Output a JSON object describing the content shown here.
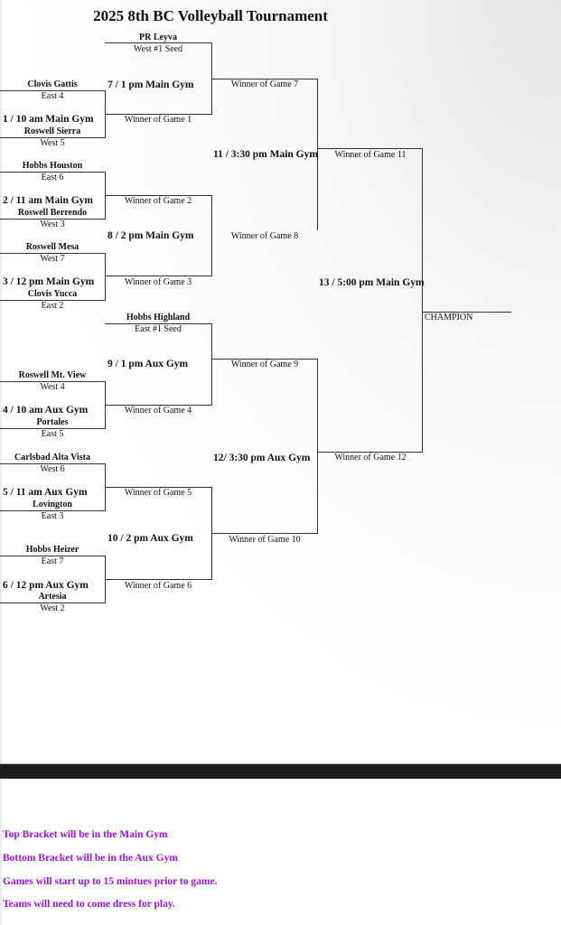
{
  "title": "2025 8th BC Volleyball Tournament",
  "round1": [
    {
      "team_a": "Clovis Gattis",
      "seed_a": "East 4",
      "game": "1 / 10 am Main Gym",
      "team_b": "Roswell Sierra",
      "seed_b": "West 5"
    },
    {
      "team_a": "Hobbs Houston",
      "seed_a": "East 6",
      "game": "2 / 11 am Main Gym",
      "team_b": "Roswell Berrendo",
      "seed_b": "West 3"
    },
    {
      "team_a": "Roswell Mesa",
      "seed_a": "West 7",
      "game": "3 / 12 pm Main Gym",
      "team_b": "Clovis Yucca",
      "seed_b": "East 2"
    },
    {
      "team_a": "Roswell Mt. View",
      "seed_a": "West 4",
      "game": "4 / 10 am Aux Gym",
      "team_b": "Portales",
      "seed_b": "East 5"
    },
    {
      "team_a": "Carlsbad Alta Vista",
      "seed_a": "West 6",
      "game": "5 / 11 am Aux Gym",
      "team_b": "Lovington",
      "seed_b": "East 3"
    },
    {
      "team_a": "Hobbs Heizer",
      "seed_a": "East 7",
      "game": "6  / 12 pm Aux Gym",
      "team_b": "Artesia",
      "seed_b": "West 2"
    }
  ],
  "round2": {
    "top_seed": {
      "team": "PR Leyva",
      "seed": "West #1 Seed"
    },
    "bottom_seed": {
      "team": "Hobbs Highland",
      "seed": "East #1 Seed"
    },
    "game7": "7 / 1 pm Main Gym",
    "game8": "8 / 2 pm Main Gym",
    "game9": "9 / 1 pm Aux Gym",
    "game10": "10 / 2 pm Aux Gym",
    "w1": "Winner of Game 1",
    "w2": "Winner of Game 2",
    "w3": "Winner of Game 3",
    "w4": "Winner of Game 4",
    "w5": "Winner of Game 5",
    "w6": "Winner of Game 6"
  },
  "round3": {
    "game11": "11 / 3:30 pm Main Gym",
    "game12": "12/ 3:30 pm Aux Gym",
    "w7": "Winner of Game 7",
    "w8": "Winner of Game 8",
    "w9": "Winner of Game 9",
    "w10": "Winner of Game 10"
  },
  "final": {
    "game13": "13 / 5:00 pm Main Gym",
    "w11": "Winner of Game 11",
    "w12": "Winner of Game 12",
    "champion": "CHAMPION"
  },
  "notes": [
    "Top Bracket will be in the Main Gym",
    "Bottom Bracket will be in the Aux Gym",
    "Games will start up to 15 mintues prior to game.",
    "Teams will need to come dress for play."
  ],
  "colors": {
    "notes": "#9b10f0",
    "band": "#1c1c1e"
  }
}
